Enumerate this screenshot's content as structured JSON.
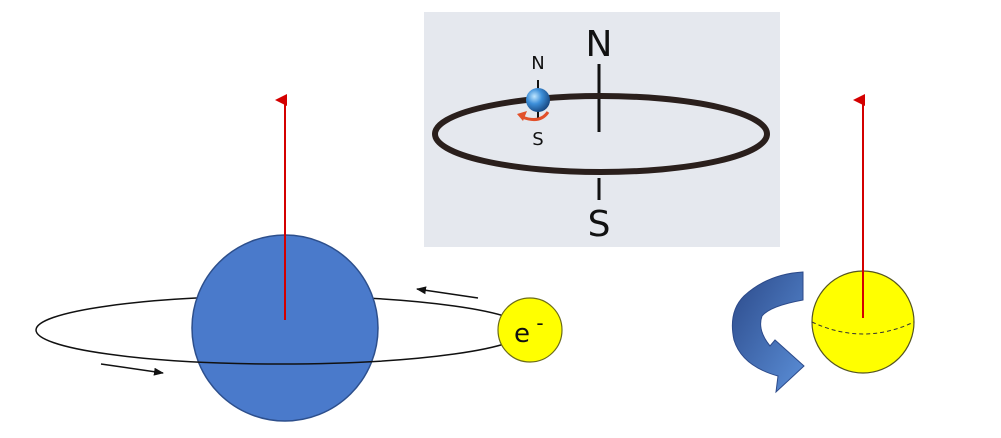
{
  "inset": {
    "axis_north_label": "N",
    "axis_south_label": "S",
    "spin_north_label": "N",
    "spin_south_label": "S"
  },
  "orbit_model": {
    "electron_label": "e",
    "electron_charge": "-"
  },
  "colors": {
    "nucleus": "#4a7acb",
    "electron": "#ffff00",
    "magnetic_moment_arrow": "#d40000",
    "inset_background": "#e5e8ee",
    "inset_ring": "#2a1f1c",
    "spin_arrow": "#e2502a"
  }
}
